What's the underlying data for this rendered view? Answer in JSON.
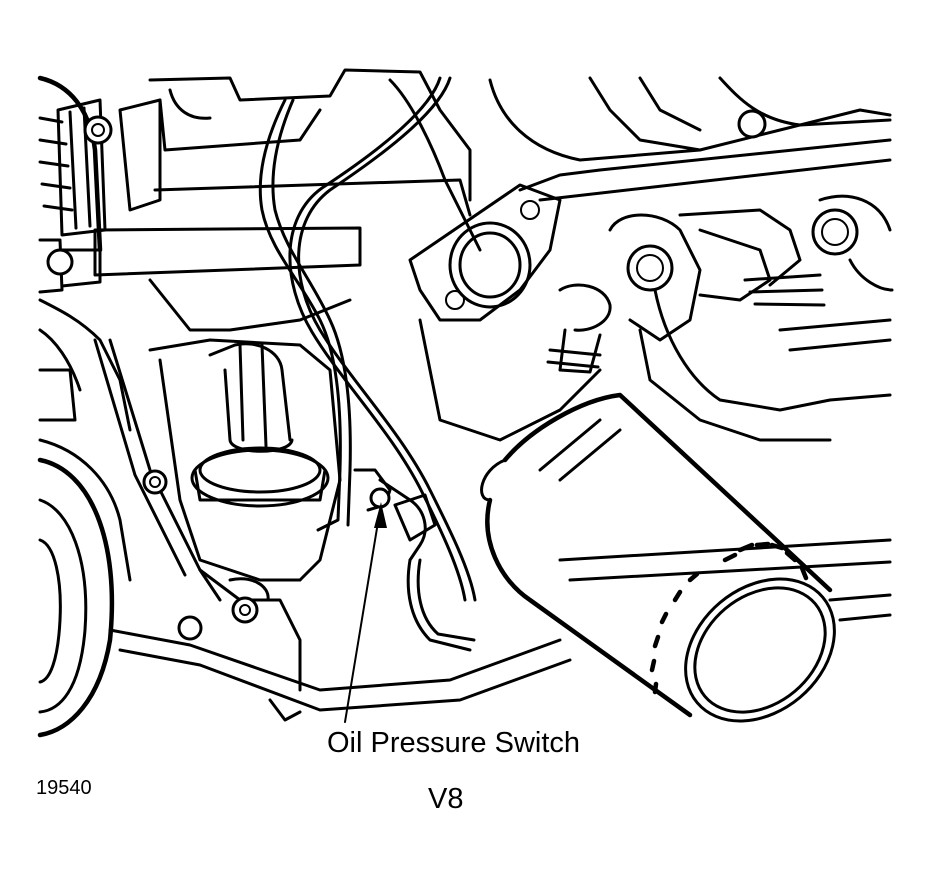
{
  "callout": {
    "label": "Oil Pressure Switch"
  },
  "figure": {
    "number": "19540",
    "engine": "V8"
  },
  "colors": {
    "ink": "#000000",
    "paper": "#ffffff"
  }
}
